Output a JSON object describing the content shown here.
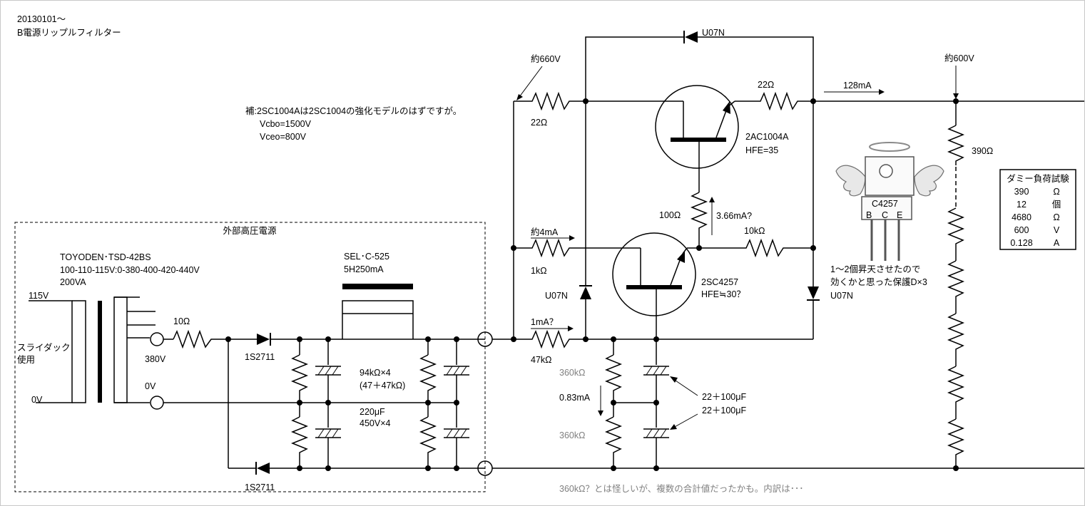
{
  "header": {
    "date": "20130101～",
    "title": "B電源リップルフィルター"
  },
  "note": {
    "line1": "補:2SC1004Aは2SC1004の強化モデルのはずですが。",
    "line2": "Vcbo=1500V",
    "line3": "Vceo=800V"
  },
  "external_supply": {
    "box_title": "外部高圧電源",
    "transformer_line1": "TOYODEN･TSD-42BS",
    "transformer_line2": "100-110-115V:0-380-400-420-440V",
    "transformer_line3": "200VA",
    "primary_115v": "115V",
    "primary_0v": "0V",
    "slidac_line1": "スライダック",
    "slidac_line2": "使用",
    "tap_380v": "380V",
    "tap_0v": "0V",
    "resistor_10": "10Ω",
    "diode_top": "1S2711",
    "diode_bottom": "1S2711",
    "choke_line1": "SEL･C-525",
    "choke_line2": "5H250mA",
    "bleeder_line1": "94kΩ×4",
    "bleeder_line2": "(47＋47kΩ)",
    "caps_line1": "220μF",
    "caps_line2": "450V×4"
  },
  "filter": {
    "v_in": "約660V",
    "r22_left": "22Ω",
    "r22_right": "22Ω",
    "i_out": "128mA",
    "v_out": "約600V",
    "diode_top": "U07N",
    "diode_left": "U07N",
    "diode_right": "U07N",
    "q1_name": "2AC1004A",
    "q1_hfe": "HFE=35",
    "r100": "100Ω",
    "i_q1_base": "3.66mA?",
    "r10k": "10kΩ",
    "i_4ma": "約4mA",
    "r1k": "1kΩ",
    "q2_name": "2SC4257",
    "q2_hfe": "HFE≒30？",
    "i_1ma": "1mA？",
    "r47k": "47kΩ",
    "r360_top": "360kΩ",
    "r360_bottom": "360kΩ",
    "i_083": "0.83mA",
    "cap1": "22＋100μF",
    "cap2": "22＋100μF",
    "r390": "390Ω",
    "c4257": "C4257",
    "pin_b": "B",
    "pin_c": "C",
    "pin_e": "E",
    "protect_line1": "1～2個昇天させたので",
    "protect_line2": "効くかと思った保護D×3",
    "footnote": "360kΩ？とは怪しいが、複数の合計値だったかも。内訳は･･･"
  },
  "dummy_load": {
    "title": "ダミー負荷試験",
    "rows": [
      {
        "value": "390",
        "unit": "Ω"
      },
      {
        "value": "12",
        "unit": "個"
      },
      {
        "value": "4680",
        "unit": "Ω"
      },
      {
        "value": "600",
        "unit": "V"
      },
      {
        "value": "0.128",
        "unit": "A"
      }
    ]
  },
  "colors": {
    "line": "#000000",
    "gray_text": "#808080",
    "border": "#c8c8c8"
  }
}
